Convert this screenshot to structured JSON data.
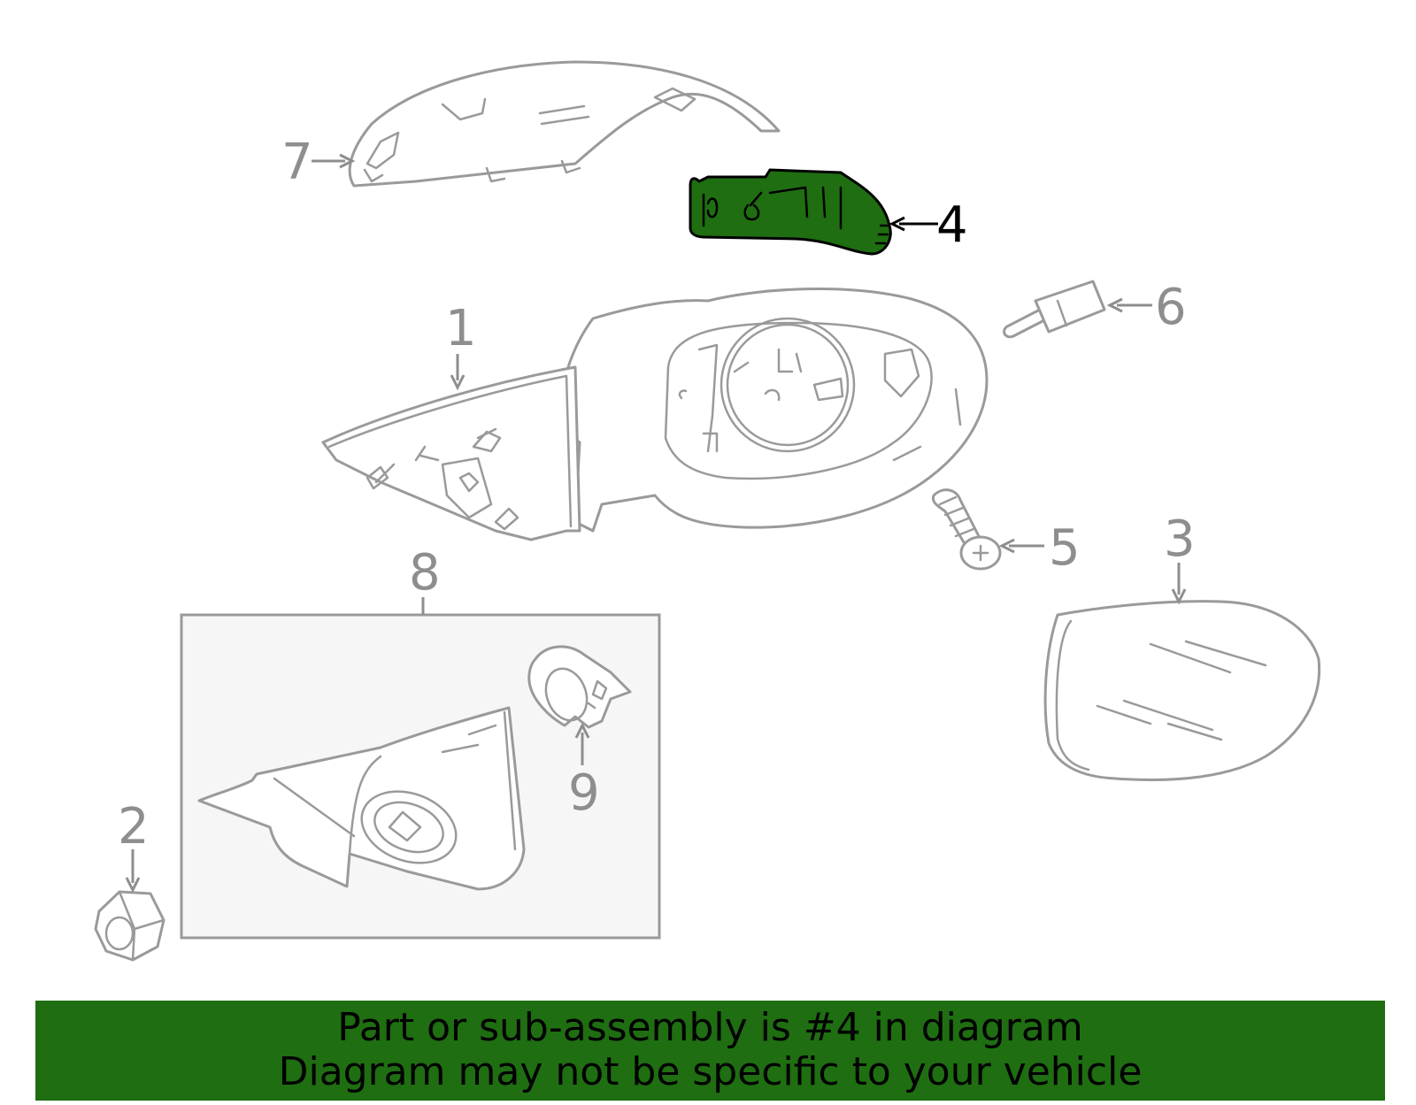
{
  "diagram": {
    "callouts": [
      {
        "label": "1"
      },
      {
        "label": "2"
      },
      {
        "label": "3"
      },
      {
        "label": "4"
      },
      {
        "label": "5"
      },
      {
        "label": "6"
      },
      {
        "label": "7"
      },
      {
        "label": "8"
      },
      {
        "label": "9"
      }
    ],
    "highlighted_part": "4",
    "highlight_color": "#1f6e12"
  },
  "banner": {
    "line1": "Part or sub-assembly is #4 in diagram",
    "line2": "Diagram may not be specific to your vehicle",
    "background": "#1f6e12"
  }
}
